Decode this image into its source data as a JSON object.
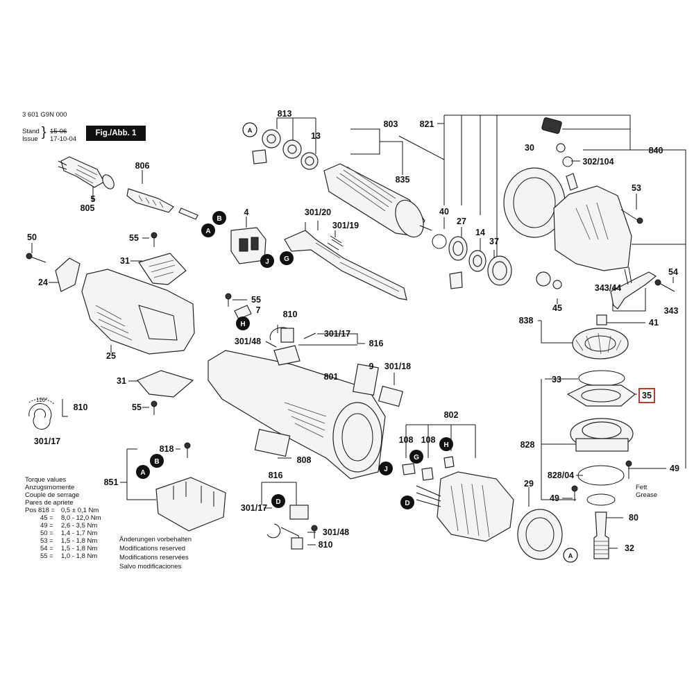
{
  "header": {
    "doc_number": "3 601 G9N 000",
    "stand_label": "Stand",
    "issue_label": "Issue",
    "stand_date": "15-06",
    "issue_date": "17-10-04",
    "figure": "Fig./Abb. 1"
  },
  "highlight": {
    "part": "35",
    "color": "#c0392b"
  },
  "torque": {
    "title_lines": [
      "Torque values",
      "Anzugsmomente",
      "Couple de serrage",
      "Pares de apriete"
    ],
    "rows": [
      {
        "pos": "Pos 818 =",
        "value": "0,5 ± 0,1 Nm"
      },
      {
        "pos": "45 =",
        "value": "8,0 - 12,0 Nm"
      },
      {
        "pos": "49 =",
        "value": "2,6 - 3,5 Nm"
      },
      {
        "pos": "50 =",
        "value": "1,4 - 1,7 Nm"
      },
      {
        "pos": "53 =",
        "value": "1,5 - 1,8 Nm"
      },
      {
        "pos": "54 =",
        "value": "1,5 - 1,8 Nm"
      },
      {
        "pos": "55 =",
        "value": "1,0 - 1,8 Nm"
      }
    ]
  },
  "modifications": [
    "Änderungen vorbehalten",
    "Modifications reserved",
    "Modifications reservées",
    "Salvo modificaciones"
  ],
  "grease_note": [
    "Fett",
    "Grease"
  ],
  "angle_note": "120°",
  "labels": {
    "l813": "813",
    "l803": "803",
    "l821": "821",
    "l840": "840",
    "l13": "13",
    "l806": "806",
    "l5": "5",
    "l805": "805",
    "l835": "835",
    "l30": "30",
    "l302_104": "302/104",
    "l53": "53",
    "l4": "4",
    "l301_20": "301/20",
    "l301_19": "301/19",
    "l40": "40",
    "l27": "27",
    "l14": "14",
    "l37": "37",
    "l50": "50",
    "l55a": "55",
    "l31a": "31",
    "l24": "24",
    "l54": "54",
    "l343_44": "343/44",
    "l45": "45",
    "l343": "343",
    "l838": "838",
    "l41": "41",
    "l55b": "55",
    "l7": "7",
    "l810a": "810",
    "l301_17a": "301/17",
    "l301_48a": "301/48",
    "l816a": "816",
    "l25": "25",
    "l9": "9",
    "l301_18": "301/18",
    "l801": "801",
    "l33": "33",
    "l35": "35",
    "l31b": "31",
    "l55c": "55",
    "l810b": "810",
    "l301_17b": "301/17",
    "l802": "802",
    "l828": "828",
    "l108a": "108",
    "l108b": "108",
    "l818": "818",
    "l851": "851",
    "l808": "808",
    "l828_04": "828/04",
    "l49a": "49",
    "l49b": "49",
    "l29": "29",
    "l80": "80",
    "l816b": "816",
    "l301_17c": "301/17",
    "l301_48b": "301/48",
    "l810c": "810",
    "l32": "32"
  },
  "connectors": {
    "A": "A",
    "B": "B",
    "G": "G",
    "H": "H",
    "J": "J",
    "D": "D"
  }
}
